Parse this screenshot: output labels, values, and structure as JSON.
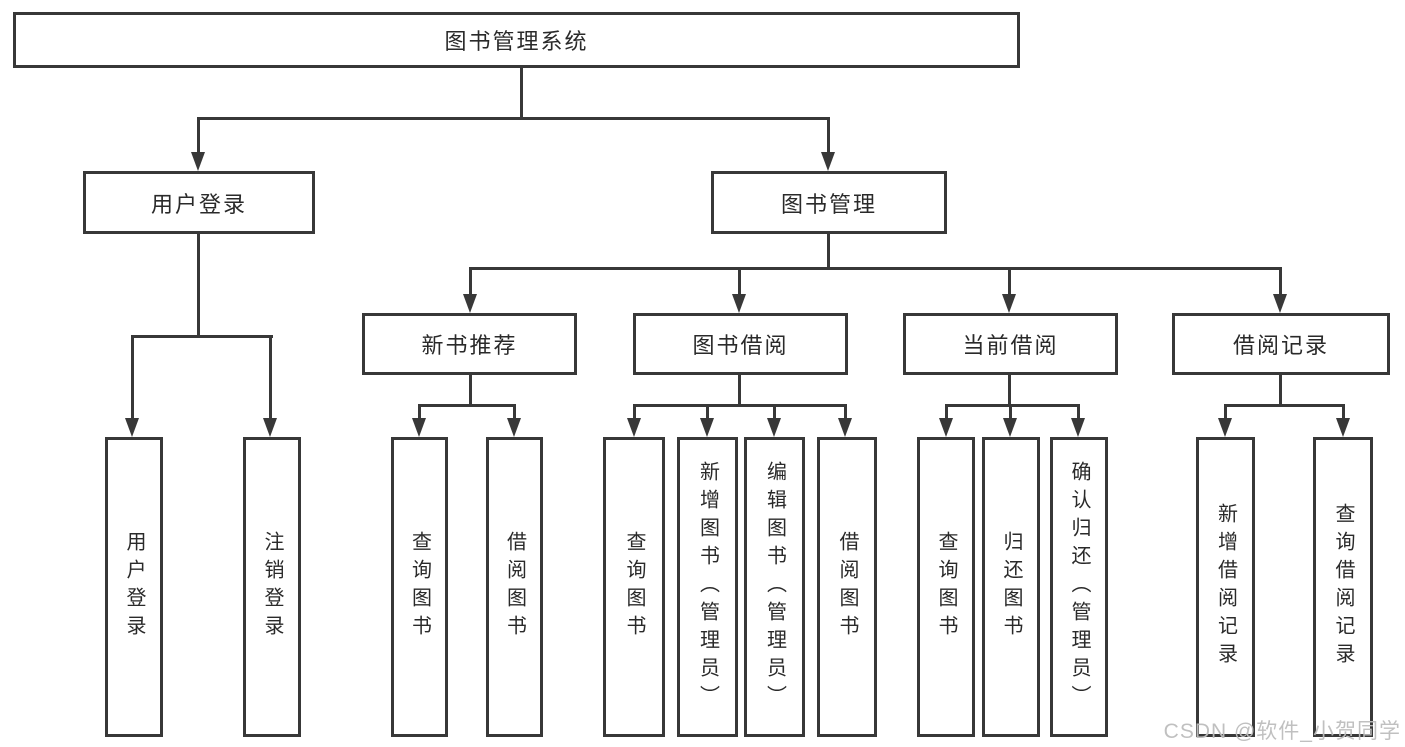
{
  "diagram_title": "图书管理系统",
  "tree": {
    "root": "图书管理系统",
    "level2": [
      {
        "label": "用户登录"
      },
      {
        "label": "图书管理"
      }
    ],
    "level3": [
      {
        "label": "新书推荐"
      },
      {
        "label": "图书借阅"
      },
      {
        "label": "当前借阅"
      },
      {
        "label": "借阅记录"
      }
    ],
    "leaves": {
      "user_login": [
        "用户登录",
        "注销登录"
      ],
      "new_book": [
        "查询图书",
        "借阅图书"
      ],
      "book_borrow": [
        "查询图书",
        "新增图书（管理员）",
        "编辑图书（管理员）",
        "借阅图书"
      ],
      "current_borrow": [
        "查询图书",
        "归还图书",
        "确认归还（管理员）"
      ],
      "borrow_record": [
        "新增借阅记录",
        "查询借阅记录"
      ]
    }
  },
  "watermark": "CSDN @软件_小贺同学",
  "colors": {
    "line": "#383838",
    "text": "#2a2a2a",
    "watermark": "#bdbdbd"
  }
}
